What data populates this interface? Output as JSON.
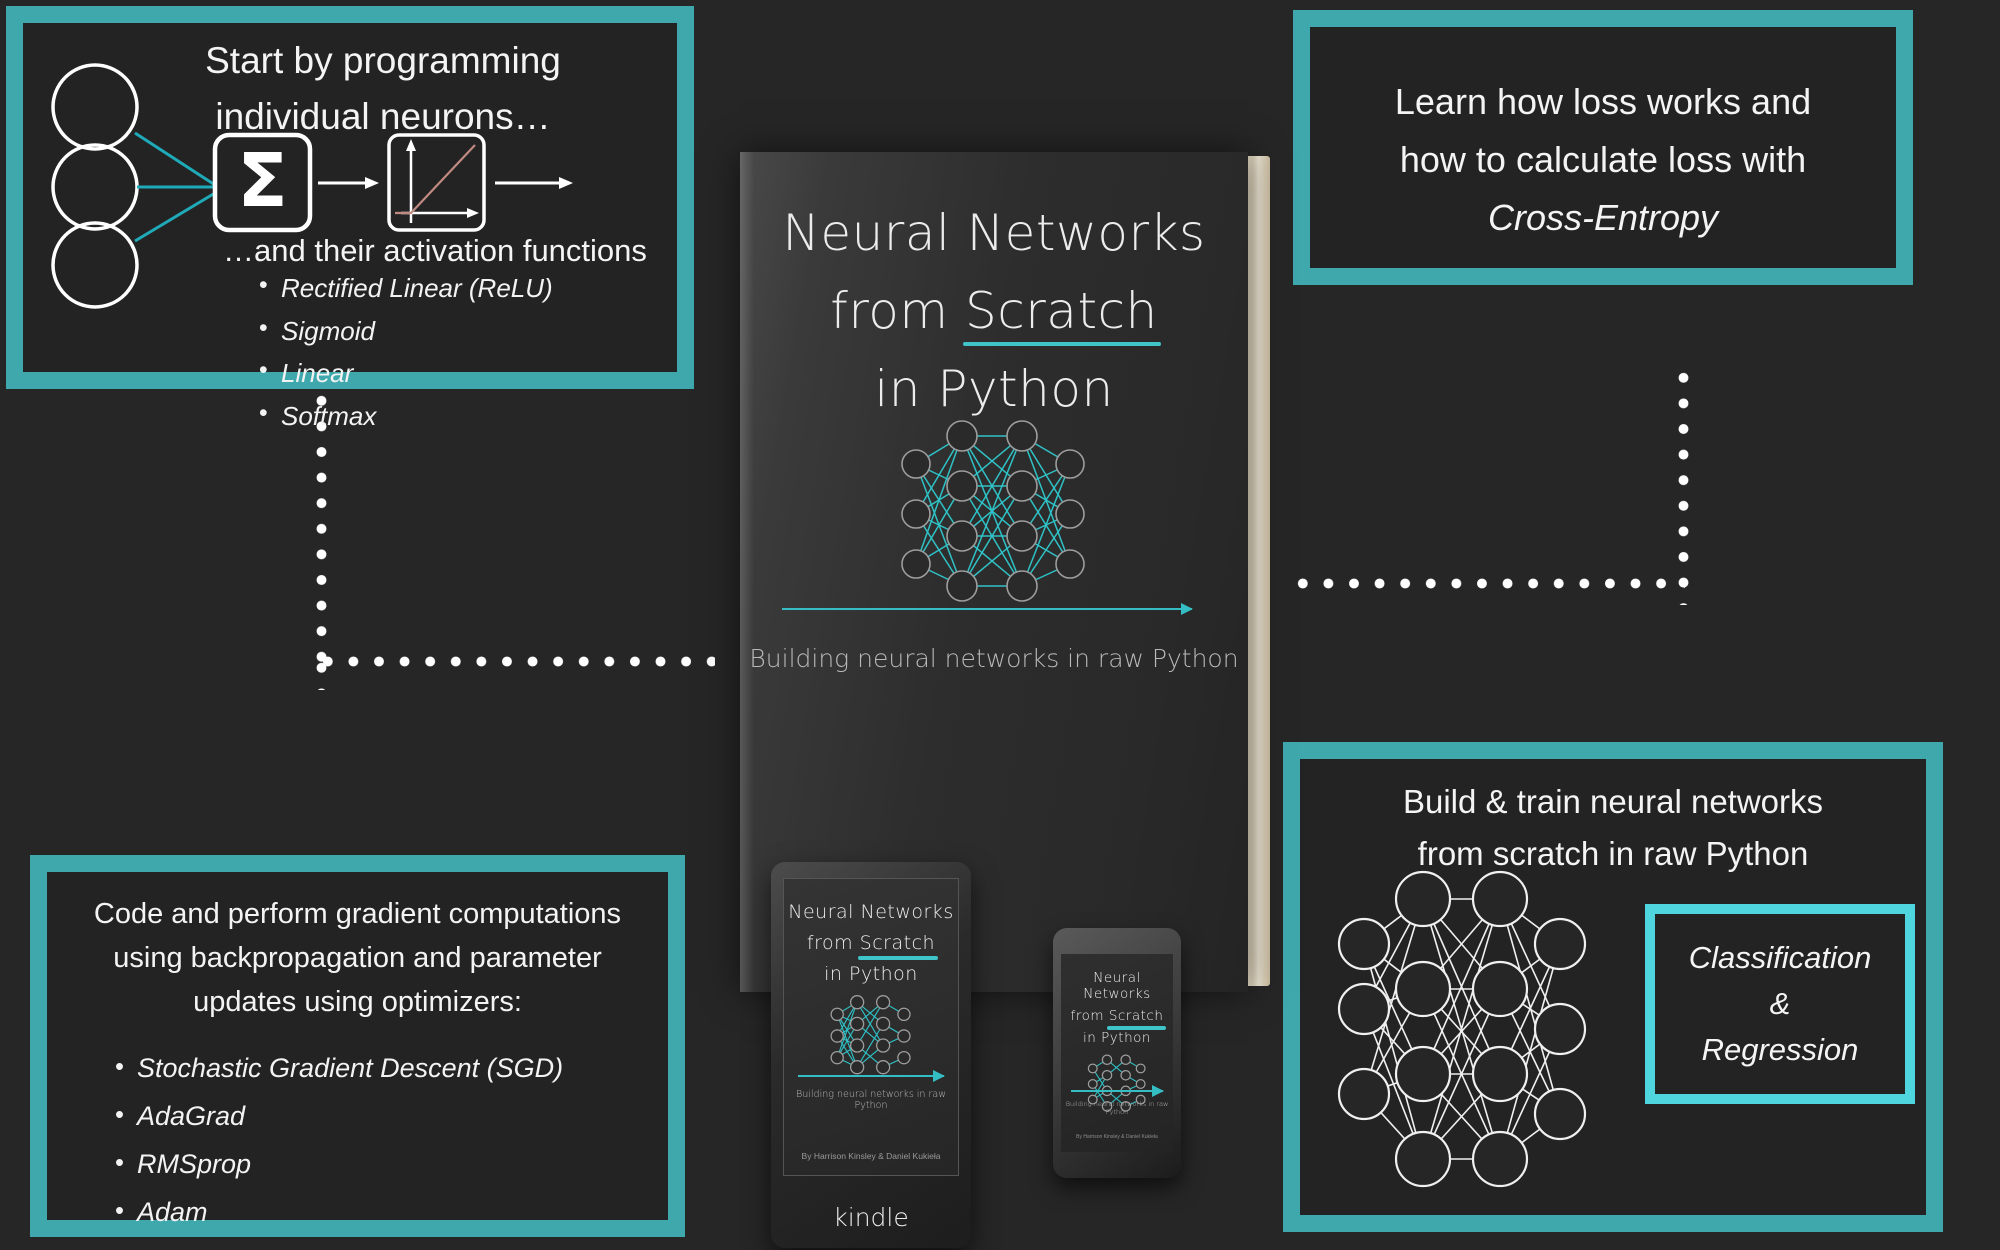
{
  "background_color": "#262626",
  "accent_color": "#3fa8ad",
  "accent_bright": "#3fc5c9",
  "panel_bg": "#232323",
  "text_color": "#f2f2f2",
  "panels": {
    "top_left": {
      "heading_line1": "Start by programming",
      "heading_line2": "individual neurons…",
      "subheading": "…and their activation functions",
      "bullets": [
        "Rectified Linear (ReLU)",
        "Sigmoid",
        "Linear",
        "Softmax"
      ],
      "diagram": {
        "sum_symbol": "Σ",
        "neuron_count": 3,
        "activation_plot": "relu"
      }
    },
    "bottom_left": {
      "heading_line1": "Code and perform gradient computations",
      "heading_line2": "using backpropagation and parameter",
      "heading_line3": "updates using optimizers:",
      "bullets": [
        "Stochastic Gradient Descent (SGD)",
        "AdaGrad",
        "RMSprop",
        "Adam"
      ]
    },
    "top_right": {
      "heading_line1": "Learn how loss works and",
      "heading_line2": "how to calculate loss with",
      "heading_line3_italic": "Cross-Entropy"
    },
    "bottom_right": {
      "heading_line1": "Build & train neural networks",
      "heading_line2": "from scratch in raw Python",
      "sub_box_lines": [
        "Classification",
        "&",
        "Regression"
      ]
    }
  },
  "book": {
    "title_line1": "Neural Networks",
    "title_line2_prefix": "from ",
    "title_line2_underlined": "Scratch",
    "title_line3": "in Python",
    "tagline": "Building neural networks in raw Python"
  },
  "kindle": {
    "title_line1": "Neural Networks",
    "title_line2_prefix": "from ",
    "title_line2_underlined": "Scratch",
    "title_line3": "in Python",
    "tagline": "Building neural networks in raw Python",
    "byline": "By Harrison Kinsley & Daniel Kukieła",
    "brand": "kindle"
  },
  "phone": {
    "title_line1": "Neural Networks",
    "title_line2_prefix": "from ",
    "title_line2_underlined": "Scratch",
    "title_line3": "in Python",
    "tagline": "Building neural networks in raw Python",
    "byline": "By Harrison Kinsley & Daniel Kukieła"
  },
  "obscured_text": "Dani"
}
